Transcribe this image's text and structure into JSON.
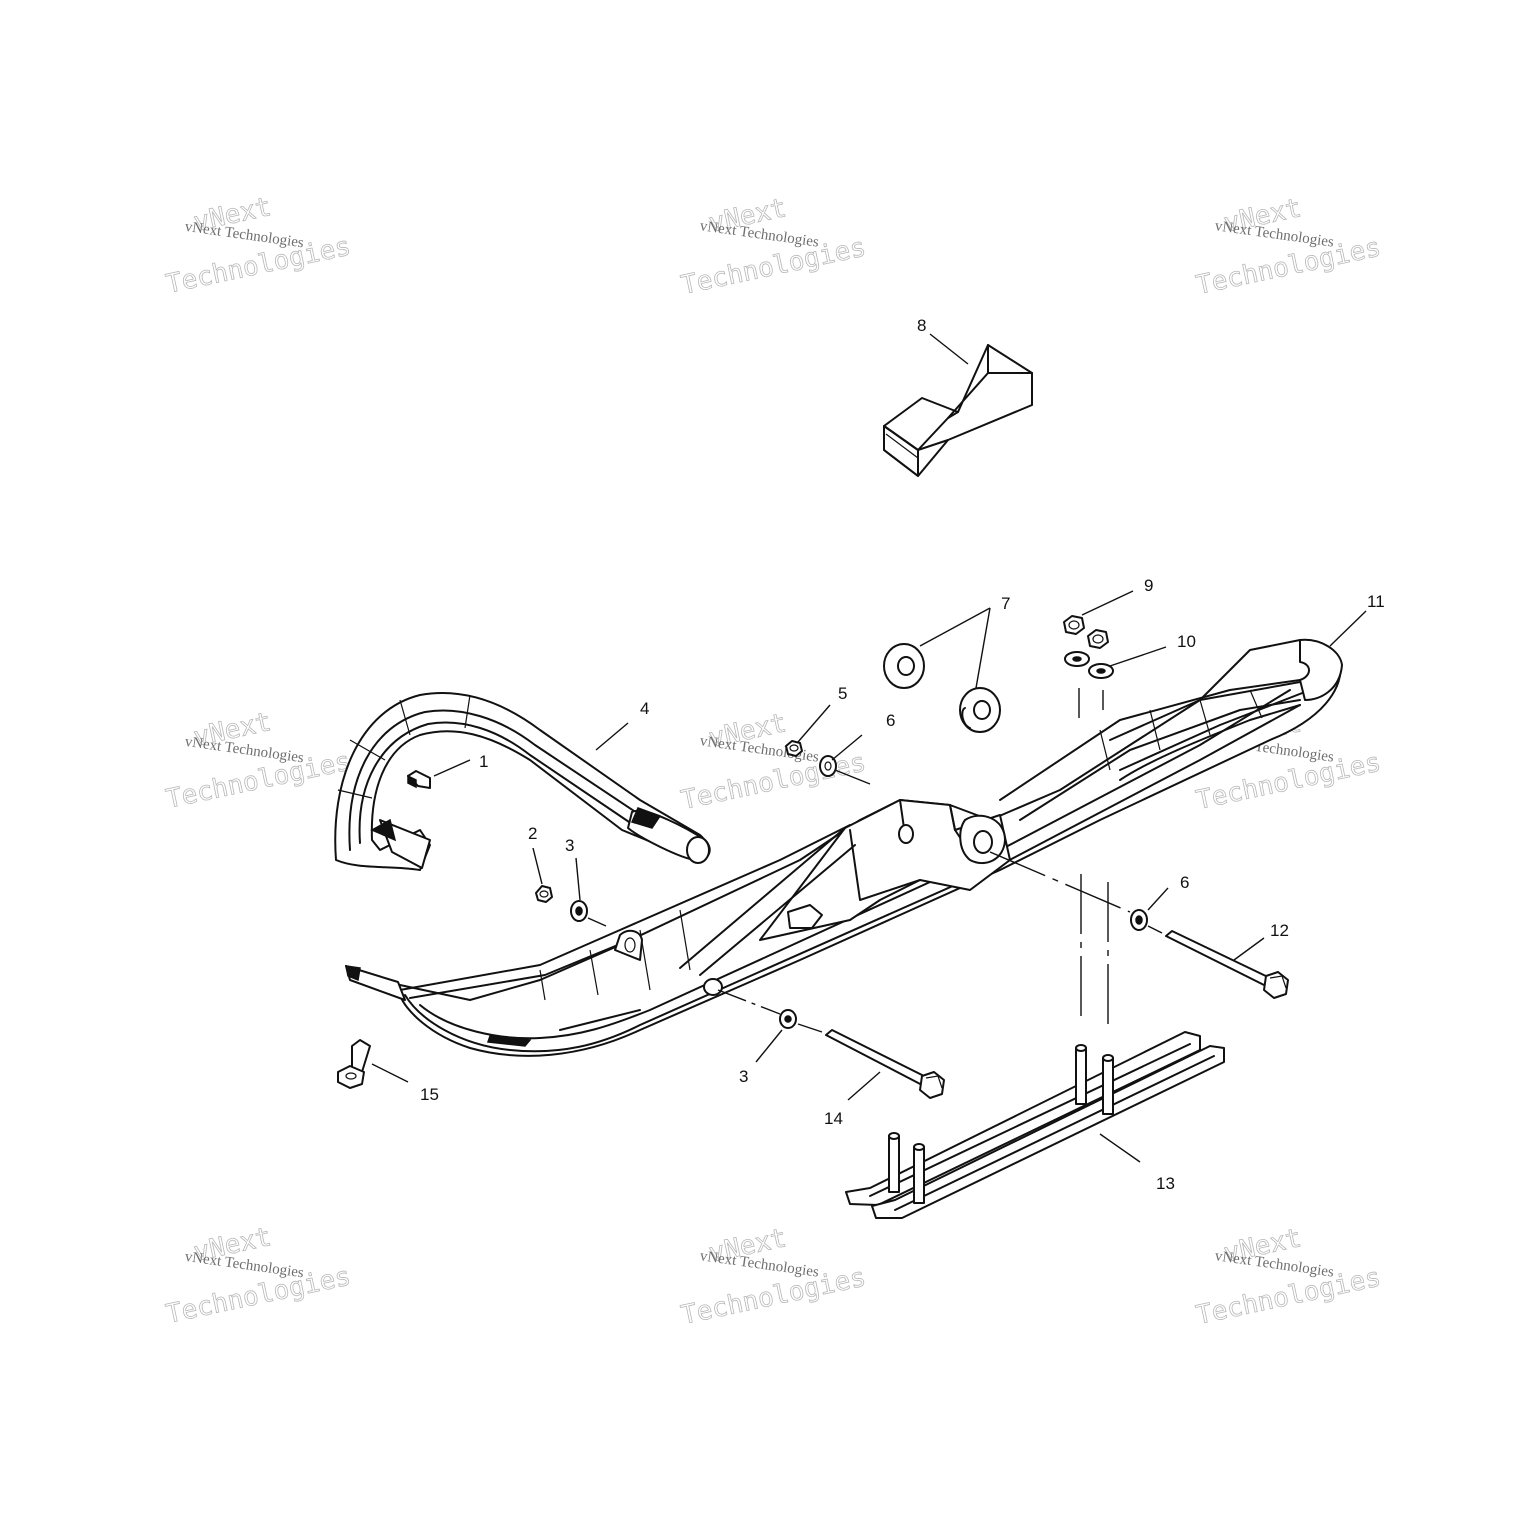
{
  "watermark": {
    "brand": "vNext",
    "line1": "vNext Technologies",
    "line2": "Technologies"
  },
  "callouts": [
    "1",
    "2",
    "3",
    "3",
    "4",
    "5",
    "6",
    "6",
    "7",
    "8",
    "9",
    "10",
    "11",
    "12",
    "13",
    "14",
    "15"
  ]
}
